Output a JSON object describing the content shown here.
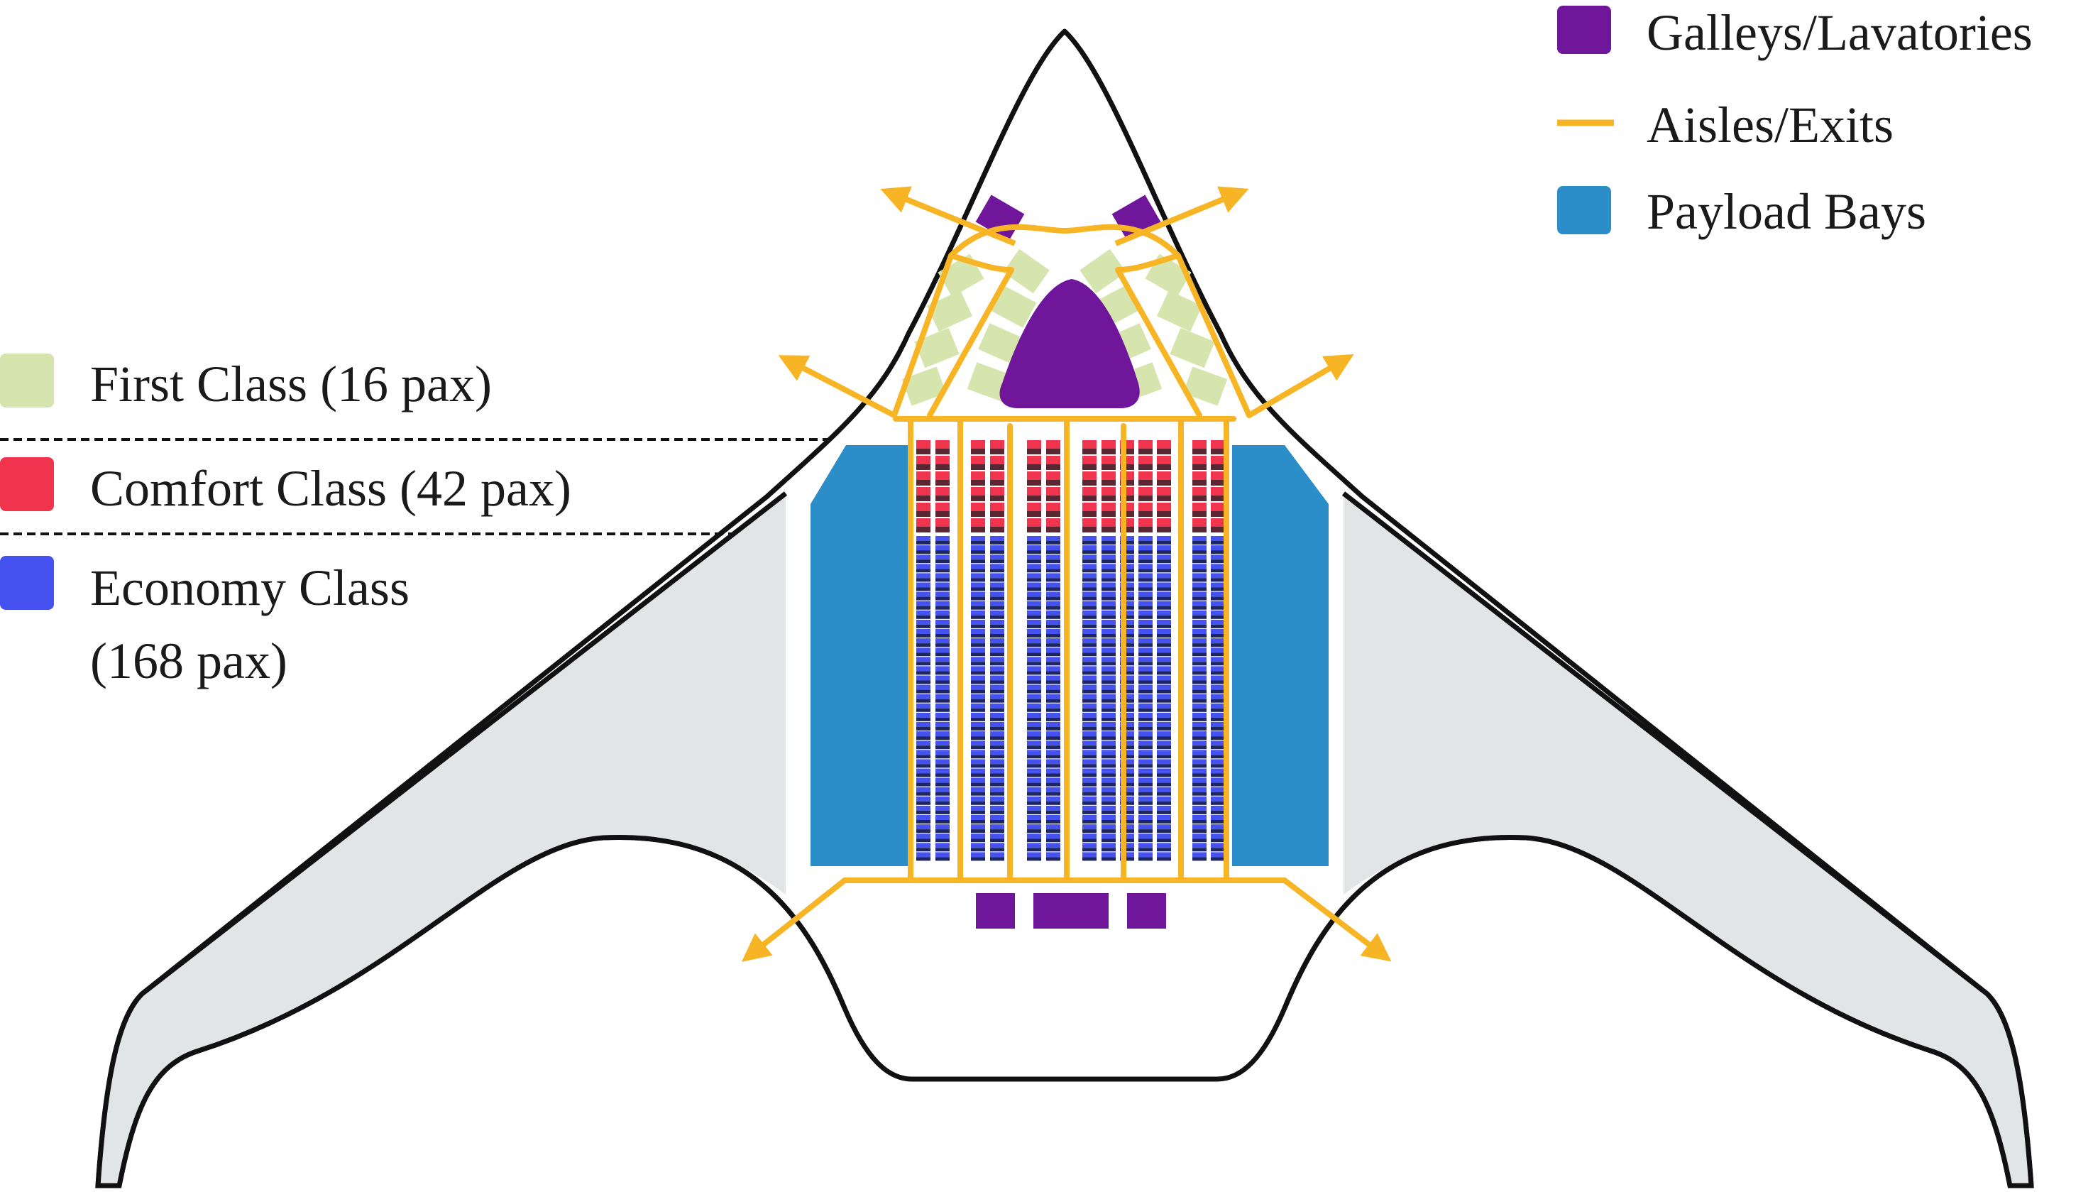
{
  "colors": {
    "first": "#d6e5ae",
    "comfort": "#f0344e",
    "comfort_dark": "#5a2631",
    "economy": "#4552f0",
    "economy_dark": "#1e2661",
    "galley": "#6f169b",
    "aisle": "#f7b525",
    "payload": "#2c8ec8",
    "wing_fill": "#e2e5e6",
    "outline": "#111111"
  },
  "legend_right": [
    {
      "key": "galleys",
      "label": "Galleys/Lavatories",
      "symbol": "square",
      "color": "#6f169b"
    },
    {
      "key": "aisles",
      "label": "Aisles/Exits",
      "symbol": "line",
      "color": "#f7b525"
    },
    {
      "key": "payload",
      "label": "Payload Bays",
      "symbol": "square",
      "color": "#2c8ec8"
    }
  ],
  "legend_left": [
    {
      "key": "first",
      "lines": [
        "First Class (16 pax)"
      ],
      "color": "#d6e5ae"
    },
    {
      "key": "comfort",
      "lines": [
        "Comfort Class (42 pax)"
      ],
      "color": "#f0344e"
    },
    {
      "key": "economy",
      "lines": [
        "Economy Class",
        "(168 pax)"
      ],
      "color": "#4552f0"
    }
  ]
}
